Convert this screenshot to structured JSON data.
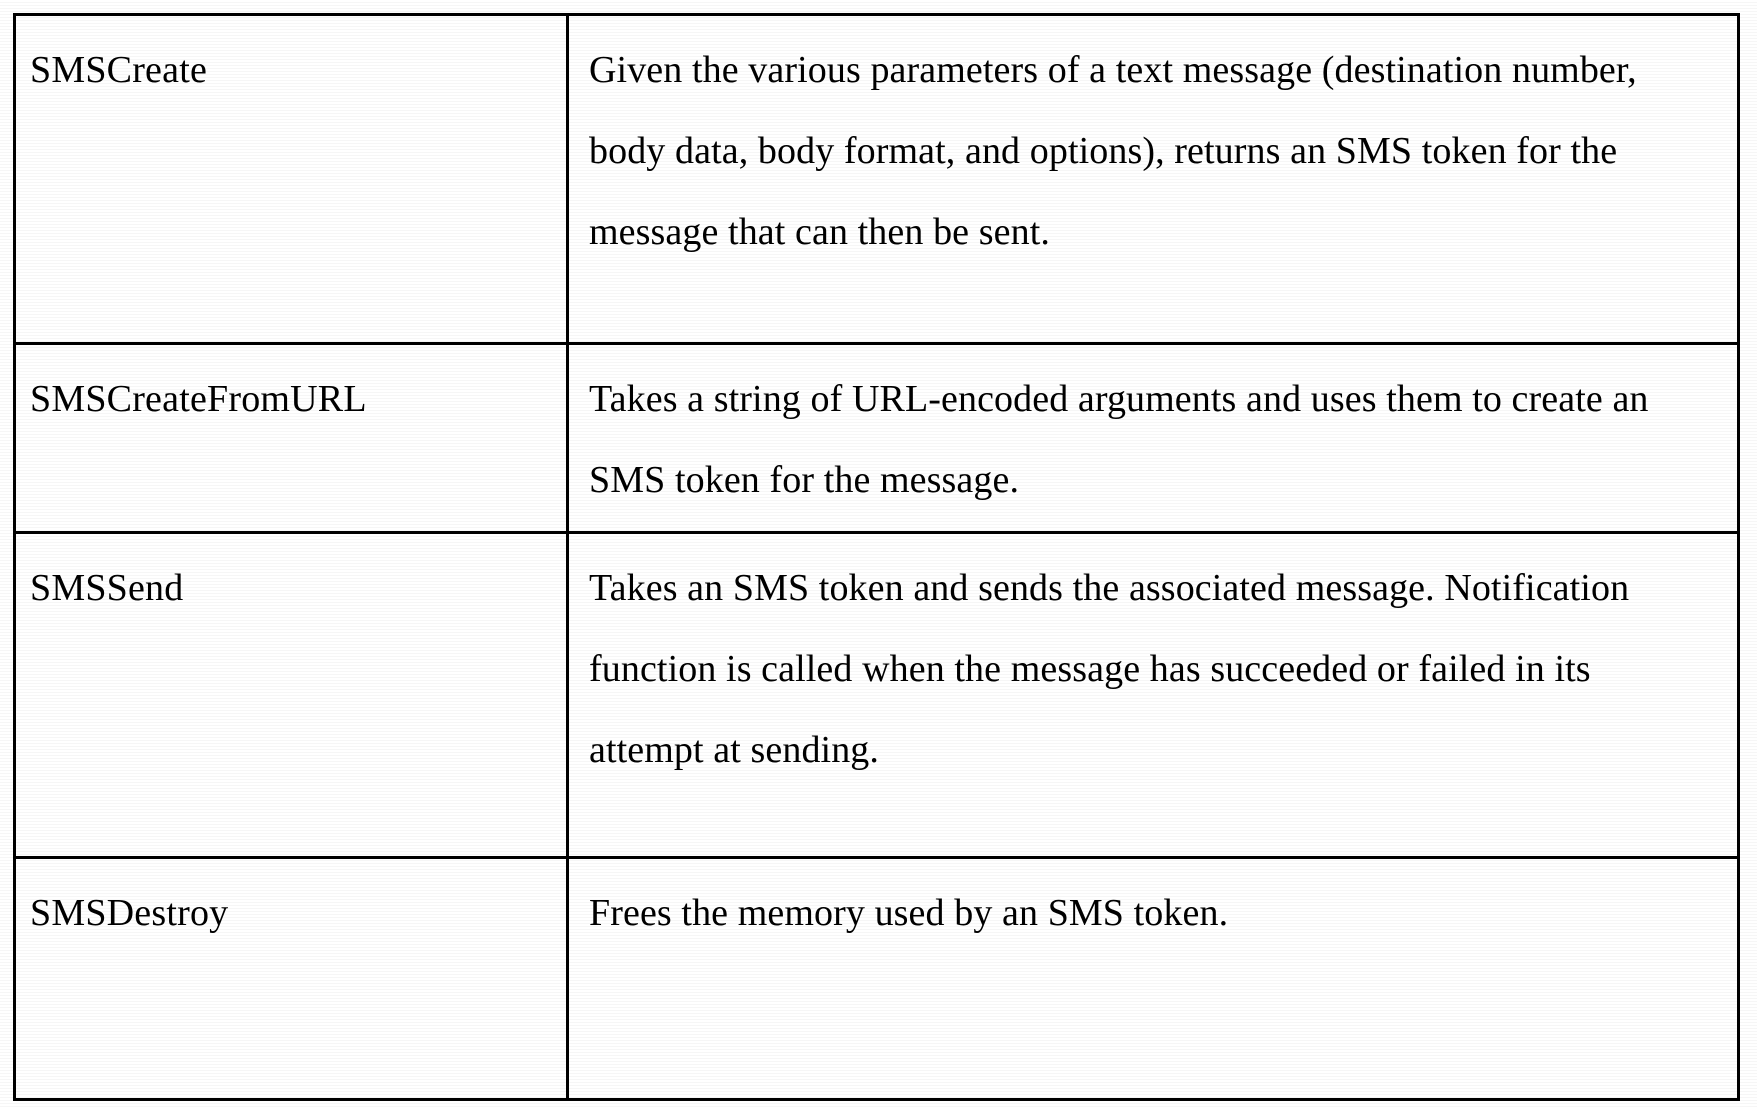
{
  "document": {
    "type": "scanned-patent-table",
    "title": "SMS API Function Table",
    "background_color": "#ffffff",
    "text_color": "#000000",
    "border_color": "#000000"
  },
  "table": {
    "columns": [
      {
        "key": "function_name",
        "header": ""
      },
      {
        "key": "description",
        "header": ""
      }
    ],
    "rows": [
      {
        "function_name": "SMSCreate",
        "description": "Given the various parameters of a text message (destination number, body data, body format, and options), returns an SMS token for the message that can then be sent.",
        "description_lines": [
          "Given the various parameters of a text message",
          "(destination number, body data, body format, and",
          "options), returns an SMS token for the message that",
          "can then be sent."
        ]
      },
      {
        "function_name": "SMSCreateFromURL",
        "description": "Takes a string of URL-encoded arguments and uses them to create an SMS token for the message.",
        "description_lines": [
          "Takes a string of URL-encoded arguments and uses",
          "them to create an SMS token for the message."
        ]
      },
      {
        "function_name": "SMSSend",
        "description": "Takes an SMS token and sends the associated message. Notification function is called when the message has succeeded or failed in its attempt at sending.",
        "description_lines": [
          "Takes an SMS token and sends the associated",
          "message. Notification function is called when the",
          "message has succeeded or failed in its attempt at",
          "sending."
        ]
      },
      {
        "function_name": "SMSDestroy",
        "description": "Frees the memory used by an SMS token.",
        "description_lines": [
          "Frees the memory used by an SMS token."
        ]
      }
    ]
  }
}
